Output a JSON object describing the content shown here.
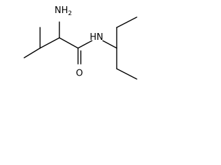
{
  "molecule": {
    "atoms": {
      "amine": {
        "element": "N",
        "hydrogens": "H",
        "count": "2"
      },
      "amide_nh": {
        "element": "N",
        "hydrogens": "H"
      },
      "carbonyl_o": {
        "element": "O"
      }
    }
  },
  "colors": {
    "bond": "#000000",
    "text": "#000000",
    "background": "#ffffff"
  }
}
